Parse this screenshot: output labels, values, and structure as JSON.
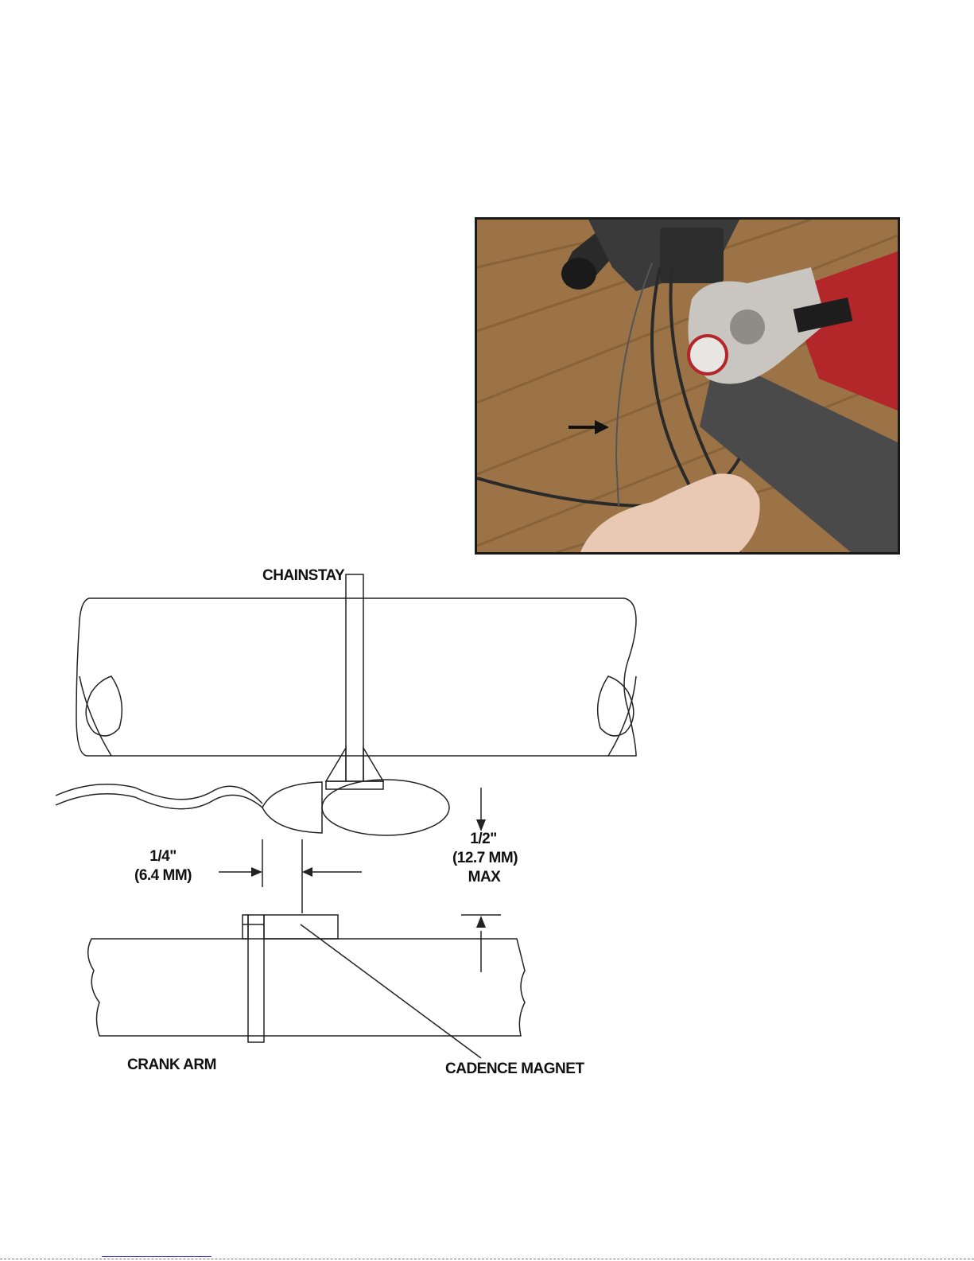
{
  "photo": {
    "subject": "handlebar-stem-cable-routing",
    "colors": {
      "floor": "#9b7346",
      "floor_grain": "#7a5632",
      "stem_silver": "#c9c6c1",
      "frame_red": "#b3262a",
      "cable": "#2a2a2a",
      "hand": "#e9c9b4",
      "arrow": "#111111"
    }
  },
  "diagram": {
    "labels": {
      "chainstay": "CHAINSTAY",
      "quarter_inch": "1/4\"",
      "quarter_mm": "(6.4 MM)",
      "half_inch": "1/2\"",
      "half_mm": "(12.7 MM)",
      "max": "MAX",
      "crank_arm": "CRANK ARM",
      "cadence_magnet": "CADENCE MAGNET"
    },
    "line_color": "#222222"
  }
}
